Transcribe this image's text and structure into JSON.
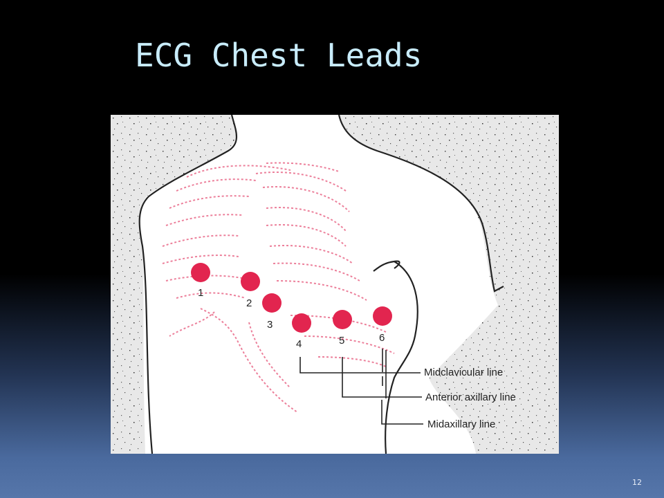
{
  "slide": {
    "title": "ECG Chest Leads",
    "page_number": "12"
  },
  "diagram": {
    "colors": {
      "electrode": "#e2254f",
      "rib": "#ec7f9a",
      "outline": "#222222",
      "speckle_bg": "#e8e8e8"
    },
    "leads": [
      {
        "label": "1"
      },
      {
        "label": "2"
      },
      {
        "label": "3"
      },
      {
        "label": "4"
      },
      {
        "label": "5"
      },
      {
        "label": "6"
      }
    ],
    "reference_lines": [
      {
        "label": "Midclavicular line"
      },
      {
        "label": "Anterior axillary line"
      },
      {
        "label": "Midaxillary line"
      }
    ]
  }
}
